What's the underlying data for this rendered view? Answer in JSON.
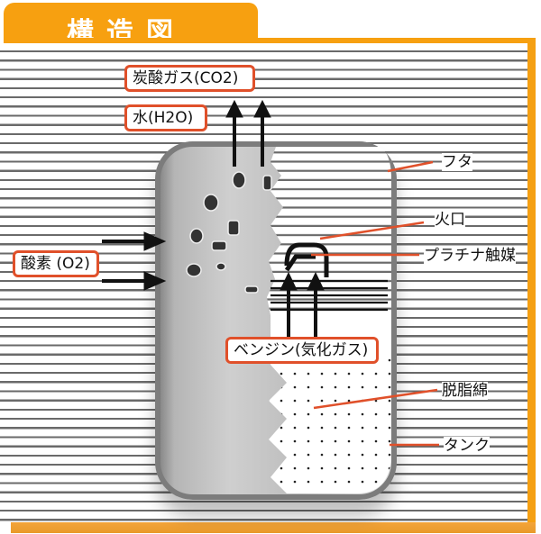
{
  "title": "構造図",
  "labels": {
    "co2": "炭酸ガス(CO2)",
    "water": "水(H2O)",
    "oxygen": "酸素 (O2)",
    "benzine": "ベンジン(気化ガス)"
  },
  "callouts": {
    "lid": "フタ",
    "burner": "火口",
    "catalyst": "プラチナ触媒",
    "cotton": "脱脂綿",
    "tank": "タンク"
  },
  "colors": {
    "accent_orange": "#f7a010",
    "callout_line": "#e0502a",
    "stripe": "#6a6a6a"
  }
}
